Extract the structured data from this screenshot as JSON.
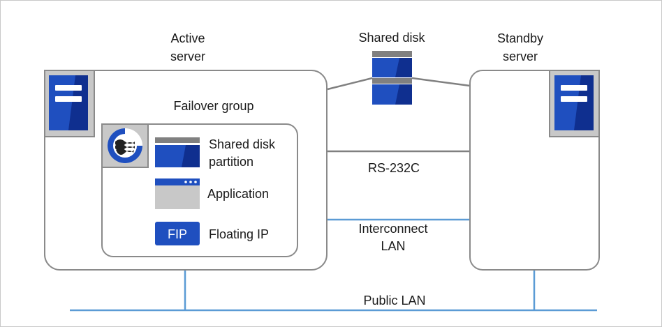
{
  "labels": {
    "active_server": [
      "Active",
      "server"
    ],
    "standby_server": [
      "Standby",
      "server"
    ],
    "shared_disk": "Shared disk",
    "failover_group": "Failover group",
    "shared_disk_partition": [
      "Shared disk",
      "partition"
    ],
    "application": "Application",
    "fip_badge": "FIP",
    "floating_ip": "Floating IP",
    "rs232c": "RS-232C",
    "interconnect_lan": [
      "Interconnect",
      "LAN"
    ],
    "public_lan": "Public LAN"
  },
  "icons": {
    "server_active": "server-icon",
    "server_standby": "server-icon",
    "shared_disk": "disk-stack-icon",
    "group_logo": "cluster-logo-icon",
    "partition": "disk-partition-icon",
    "application": "application-window-icon",
    "fip": "fip-badge-icon"
  },
  "colors": {
    "server_blue": "#1f4fbf",
    "server_blue_dark": "#0f2f8f",
    "panel_gray": "#c8c8c8",
    "line_gray": "#808080",
    "lan_blue": "#5b9bd5",
    "border_gray": "#8a8a8a"
  }
}
